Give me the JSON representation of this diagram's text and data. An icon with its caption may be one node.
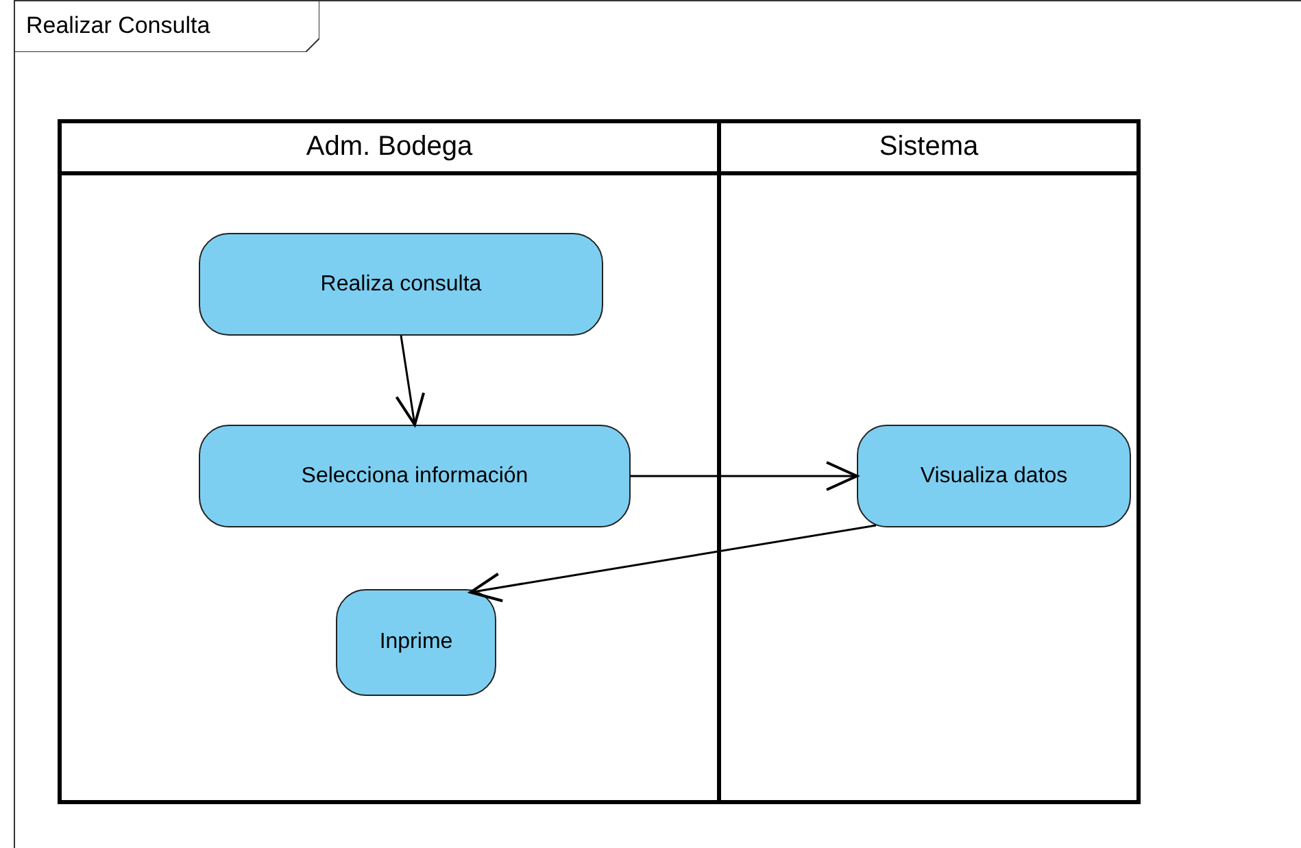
{
  "diagram": {
    "nodes": [
      {
        "text": [
          "Realizar Consulta"
        ]
      },
      {
        "text": [
          "Adm. Bodega"
        ],
        "in": 0
      },
      {
        "text": [
          "Sistema"
        ],
        "in": 0
      },
      {
        "text": [
          "Realiza consulta"
        ],
        "in": 1
      },
      {
        "text": [
          "Selecciona información"
        ],
        "in": 1
      },
      {
        "text": [
          "Visualiza datos"
        ],
        "in": 2
      },
      {
        "text": [
          "Inprime"
        ],
        "in": 1
      }
    ],
    "edges": [
      {
        "from": 3,
        "to": 4,
        "arrow": "to"
      },
      {
        "from": 4,
        "to": 5,
        "arrow": "to"
      },
      {
        "from": 5,
        "to": 6,
        "arrow": "to"
      }
    ]
  }
}
